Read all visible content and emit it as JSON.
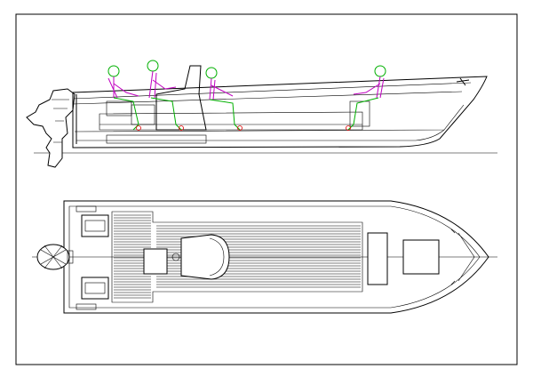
{
  "drawing": {
    "views": [
      "side-profile",
      "deck-plan"
    ],
    "figure_colors": {
      "outline": "#000000",
      "head_and_legs": "#00b000",
      "torso_and_arms": "#c000c0",
      "joints": "#e00000"
    },
    "occupant_count": 4
  }
}
